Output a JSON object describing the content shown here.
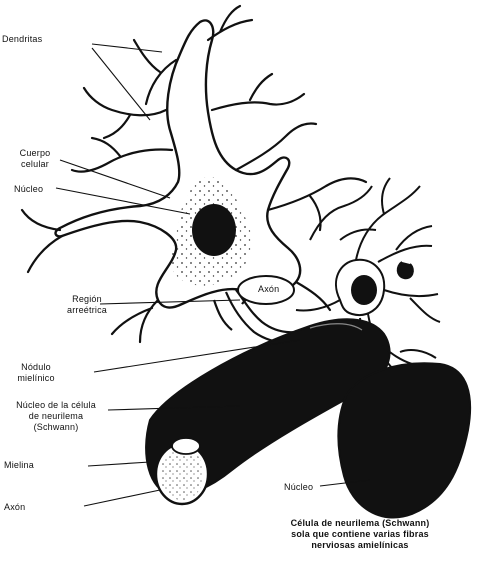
{
  "labels": {
    "dendritas": "Dendritas",
    "cuerpo": "Cuerpo\ncelular",
    "nucleo": "Núcleo",
    "region": "Región\narreétrica",
    "axon": "Axón",
    "nodulo": "Nódulo\nmielínico",
    "nucleo_celula": "Núcleo de la célula\nde neurilema\n(Schwann)",
    "mielina": "Mielina",
    "axon_bottom": "Axón",
    "nucleo_right": "Núcleo",
    "caption": "Célula de neurilema (Schwann)\nsola que contiene varias fibras\nnerviosas amielínicas"
  },
  "colors": {
    "ink": "#111111",
    "paper": "#ffffff"
  }
}
